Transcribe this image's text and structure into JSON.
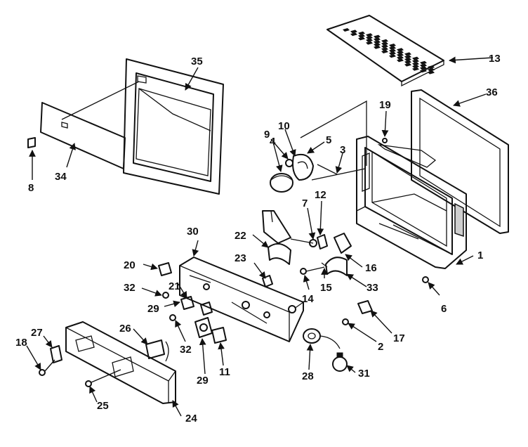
{
  "diagram": {
    "callouts": [
      "1",
      "2",
      "3",
      "4",
      "5",
      "6",
      "7",
      "8",
      "9",
      "10",
      "11",
      "12",
      "13",
      "14",
      "15",
      "16",
      "17",
      "18",
      "19",
      "20",
      "21",
      "22",
      "23",
      "24",
      "25",
      "26",
      "27",
      "28",
      "29",
      "29",
      "30",
      "31",
      "32",
      "32",
      "33",
      "34",
      "35",
      "36"
    ]
  },
  "colors": {
    "ink": "#111111",
    "background": "#ffffff"
  }
}
